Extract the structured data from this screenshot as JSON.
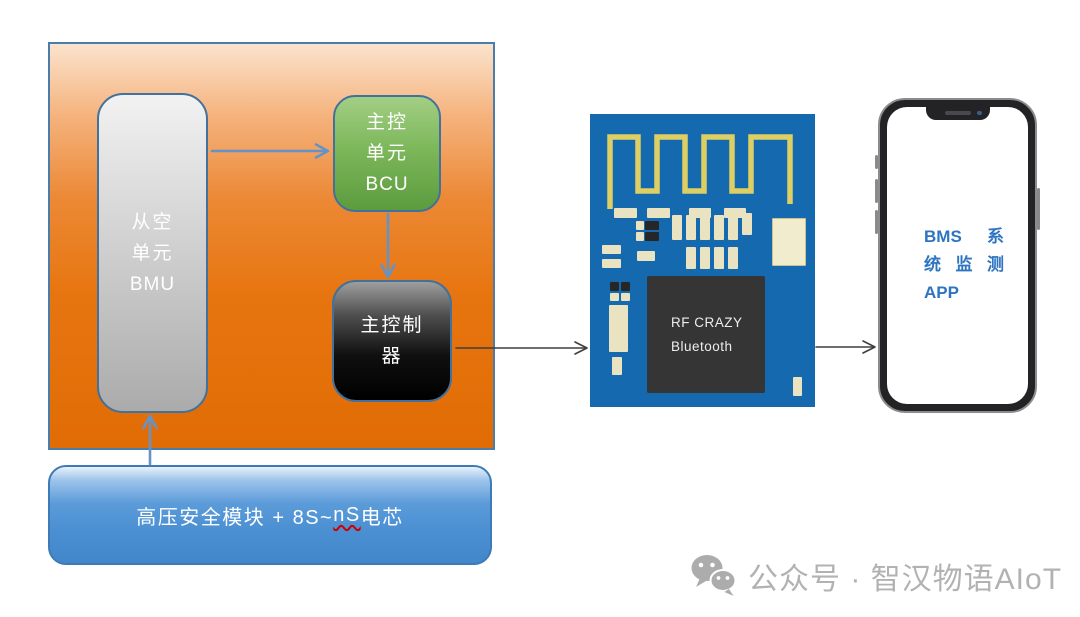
{
  "colors": {
    "panel_orange": "#E7750F",
    "shape_border_blue": "#41719C",
    "arrow_blue": "#6593C5",
    "arrow_dark": "#3F3F3F",
    "bcu_green": "#6FAF4D",
    "hv_bar_blue": "#4A8FD2",
    "pcb_blue": "#1569AE",
    "pcb_pad_cream": "#EAE3C2",
    "antenna_yellow": "#DDCF63",
    "phone_text_blue": "#2F74C0",
    "watermark_gray": "#B2B2B2",
    "spellcheck_red": "#CC0000"
  },
  "pack_panel": {
    "bmu": {
      "line1": "从空",
      "line2": "单元",
      "line3": "BMU"
    },
    "bcu": {
      "line1": "主控",
      "line2": "单元",
      "line3": "BCU"
    },
    "controller": {
      "line1": "主控制",
      "line2": "器"
    }
  },
  "hv_module": {
    "prefix": "高压安全模块  + 8S~",
    "misspelled": "nS",
    "suffix": " 电芯"
  },
  "bluetooth_module": {
    "chip_line1": "RF CRAZY",
    "chip_line2": "Bluetooth"
  },
  "phone_app": {
    "line1": "BMS 系",
    "line2": "统 监 测",
    "line3": "APP"
  },
  "watermark": {
    "icon": "wechat-icon",
    "text": "公众号 · 智汉物语AIoT"
  }
}
